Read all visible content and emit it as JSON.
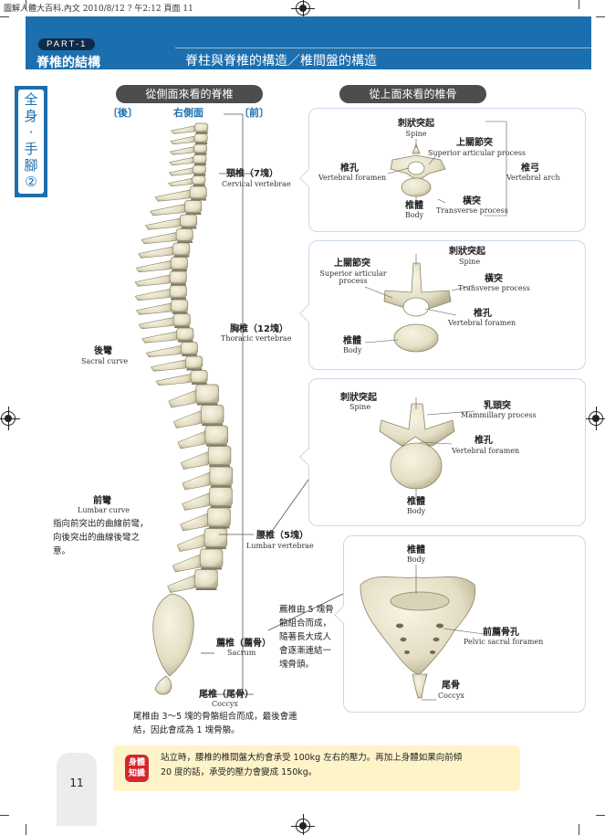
{
  "print_line": "圖解人體大百科.內文  2010/8/12  ? 午2:12  頁面 11",
  "header": {
    "part_label": "PART-1",
    "section_title": "脊椎的結構",
    "page_title": "脊柱與脊椎的構造／椎間盤的構造"
  },
  "side_tab": [
    "全",
    "身",
    "‧",
    "手",
    "腳",
    "②"
  ],
  "side_view": {
    "title": "從側面來看的脊椎",
    "orientation": {
      "back": "〔後〕",
      "right_side": "右側面",
      "front": "〔前〕"
    },
    "regions": [
      {
        "zh": "頸椎（7塊）",
        "en": "Cervical vertebrae"
      },
      {
        "zh": "胸椎（12塊）",
        "en": "Thoracic vertebrae"
      },
      {
        "zh": "腰椎（5塊）",
        "en": "Lumbar vertebrae"
      },
      {
        "zh": "薦椎（薦骨）",
        "en": "Sacrum"
      },
      {
        "zh": "尾椎（尾骨）",
        "en": "Coccyx"
      }
    ],
    "curves": {
      "back_curve_zh": "後彎",
      "back_curve_en": "Sacral curve",
      "front_curve_zh": "前彎",
      "front_curve_en": "Lumbar curve",
      "note": [
        "指向前突出的曲線前彎，",
        "向後突出的曲線後彎之",
        "意。"
      ]
    },
    "sacrum_note": [
      "薦椎由 5 塊骨",
      "骼組合而成，",
      "隨著長大成人",
      "會逐漸連結一",
      "塊骨頭。"
    ],
    "coccyx_note": [
      "尾椎由 3～5 塊的骨骼組合而成，最後會連",
      "結，因此會成為 1 塊骨骼。"
    ]
  },
  "top_view": {
    "title": "從上面來看的椎骨",
    "panels": [
      {
        "name": "cervical",
        "labels": [
          {
            "zh": "刺狀突起",
            "en": "Spine"
          },
          {
            "zh": "上關節突",
            "en": "Superior articular process"
          },
          {
            "zh": "椎孔",
            "en": "Vertebral foramen"
          },
          {
            "zh": "椎弓",
            "en": "Vertebral arch"
          },
          {
            "zh": "椎體",
            "en": "Body"
          },
          {
            "zh": "橫突",
            "en": "Transverse process"
          }
        ]
      },
      {
        "name": "thoracic",
        "labels": [
          {
            "zh": "刺狀突起",
            "en": "Spine"
          },
          {
            "zh": "上關節突",
            "en": "Superior articular process"
          },
          {
            "zh": "橫突",
            "en": "Transverse process"
          },
          {
            "zh": "椎孔",
            "en": "Vertebral foramen"
          },
          {
            "zh": "椎體",
            "en": "Body"
          }
        ]
      },
      {
        "name": "lumbar",
        "labels": [
          {
            "zh": "刺狀突起",
            "en": "Spine"
          },
          {
            "zh": "乳頭突",
            "en": "Mammillary process"
          },
          {
            "zh": "椎孔",
            "en": "Vertebral foramen"
          },
          {
            "zh": "椎體",
            "en": "Body"
          }
        ]
      },
      {
        "name": "sacrum",
        "labels": [
          {
            "zh": "椎體",
            "en": "Body"
          },
          {
            "zh": "前薦骨孔",
            "en": "Pelvic sacral foramen"
          },
          {
            "zh": "尾骨",
            "en": "Coccyx"
          }
        ]
      }
    ]
  },
  "tip": {
    "badge": [
      "身體",
      "知識"
    ],
    "text": [
      "站立時，腰椎的椎間盤大約會承受 100kg 左右的壓力。再加上身體如果向前傾",
      "20 度的話，承受的壓力會變成 150kg。"
    ]
  },
  "page_number": "11",
  "colors": {
    "brand_blue": "#1c6fae",
    "header_dark": "#0e2b49",
    "tip_bg": "#fff4c9",
    "badge_red": "#d32630",
    "bone": "#e6e1c8"
  }
}
